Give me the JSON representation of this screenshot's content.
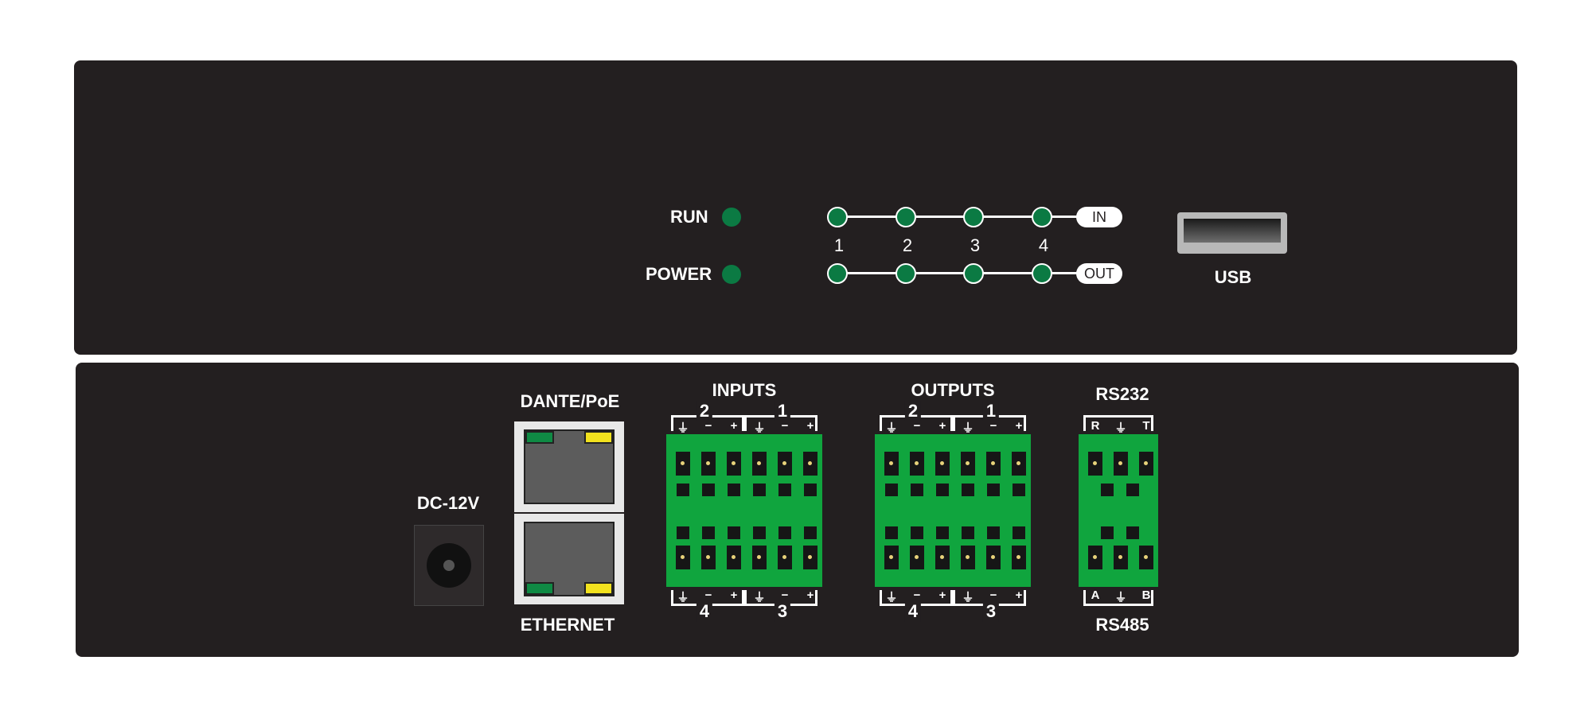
{
  "front_panel": {
    "run_label": "RUN",
    "power_label": "POWER",
    "in_label": "IN",
    "out_label": "OUT",
    "channels": [
      "1",
      "2",
      "3",
      "4"
    ],
    "usb_label": "USB"
  },
  "rear_panel": {
    "dc_label": "DC-12V",
    "dante_label": "DANTE/PoE",
    "ethernet_label": "ETHERNET",
    "inputs_label": "INPUTS",
    "outputs_label": "OUTPUTS",
    "rs232_label": "RS232",
    "rs485_label": "RS485",
    "term_top_numbers": [
      "2",
      "1"
    ],
    "term_bottom_numbers": [
      "4",
      "3"
    ],
    "audio_pins": [
      "⏚",
      "−",
      "+",
      "⏚",
      "−",
      "+"
    ],
    "rs232_pins": [
      "R",
      "⏚",
      "T"
    ],
    "rs485_pins": [
      "A",
      "⏚",
      "B"
    ]
  },
  "colors": {
    "panel": "#231f20",
    "led_green": "#0b7a43",
    "terminal_green": "#10a53e",
    "link_led_yellow": "#f2e21e",
    "link_led_green": "#0f8a44"
  }
}
